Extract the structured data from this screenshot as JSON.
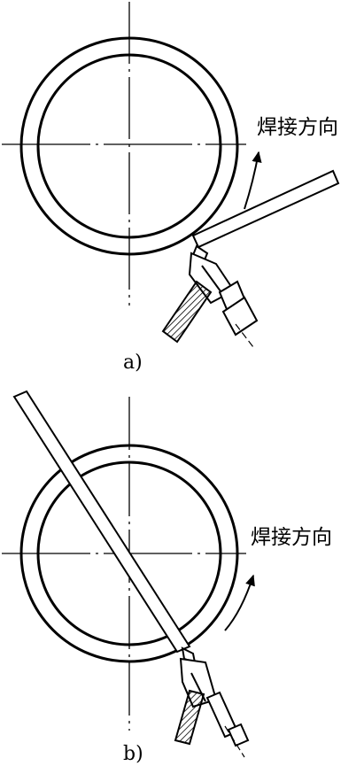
{
  "diagram_a": {
    "caption": "a)",
    "direction_label": "焊接方向"
  },
  "diagram_b": {
    "caption": "b)",
    "direction_label": "焊接方向"
  },
  "colors": {
    "line": "#000000",
    "background": "#ffffff"
  }
}
